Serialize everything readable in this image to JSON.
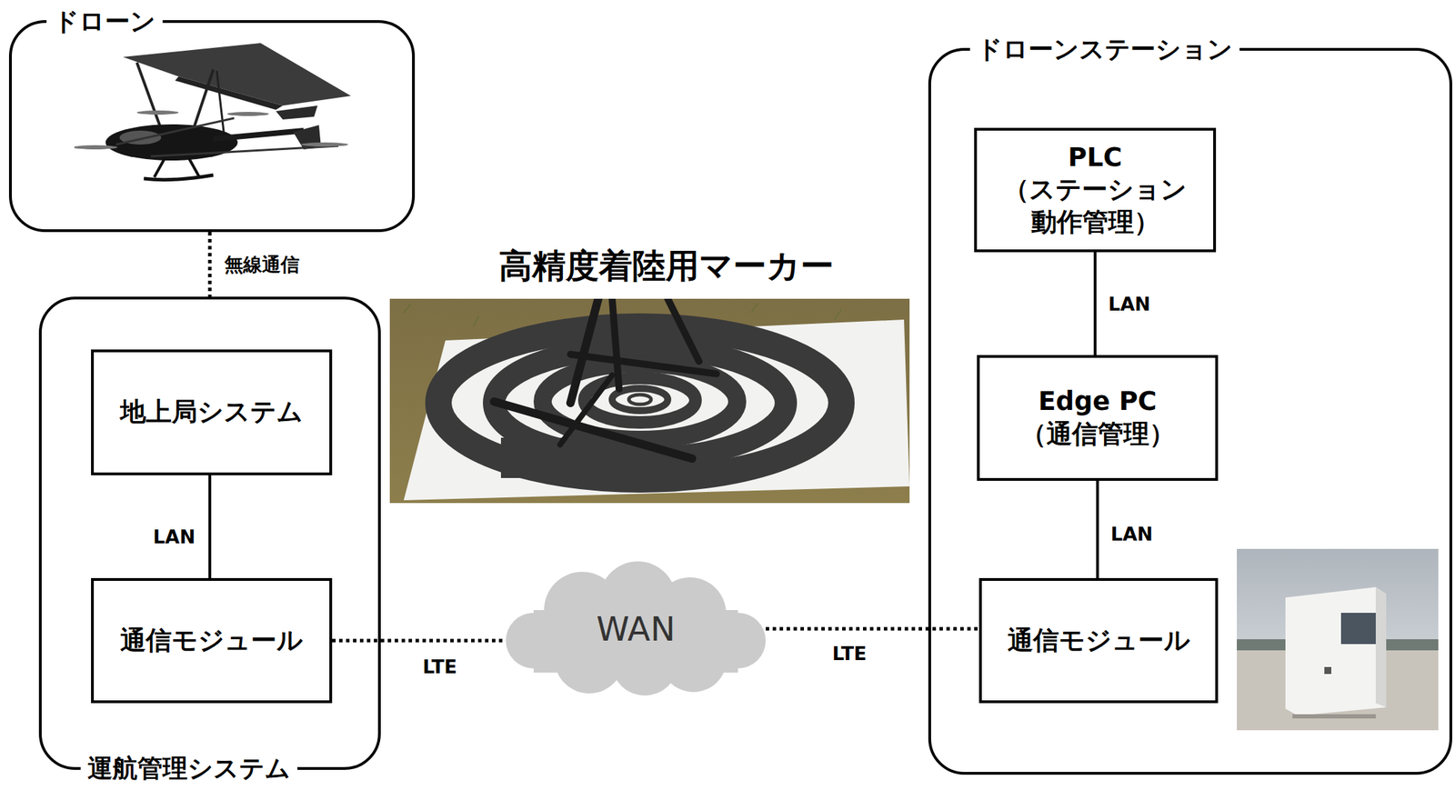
{
  "diagram": {
    "nodes": [
      {
        "text": [
          "ドローン"
        ]
      },
      {
        "text": [
          "運航管理システム"
        ]
      },
      {
        "text": [
          "地上局システム"
        ],
        "in": 1
      },
      {
        "text": [
          "通信モジュール"
        ],
        "in": 1
      },
      {
        "text": [
          "ドローンステーション"
        ]
      },
      {
        "text": [
          "PLC",
          "（ステーション 動作管理）"
        ],
        "in": 4
      },
      {
        "text": [
          "Edge PC",
          "（通信管理）"
        ],
        "in": 4
      },
      {
        "text": [
          "通信モジュール"
        ],
        "in": 4
      },
      {
        "text": [
          "WAN"
        ]
      }
    ],
    "edges": [
      {
        "from": 0,
        "to": 1,
        "label": "無線通信",
        "arrow": "none"
      },
      {
        "from": 2,
        "to": 3,
        "label": "LAN",
        "arrow": "none"
      },
      {
        "from": 3,
        "to": 8,
        "label": "LTE",
        "arrow": "none"
      },
      {
        "from": 8,
        "to": 7,
        "label": "LTE",
        "arrow": "none"
      },
      {
        "from": 5,
        "to": 6,
        "label": "LAN",
        "arrow": "none"
      },
      {
        "from": 6,
        "to": 7,
        "label": "LAN",
        "arrow": "none"
      }
    ],
    "labels": [
      "高精度着陸用マーカー"
    ]
  }
}
